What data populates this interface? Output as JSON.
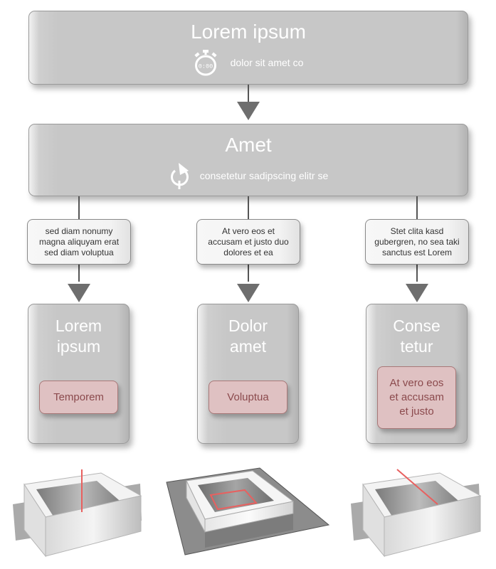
{
  "top_box": {
    "title": "Lorem ipsum",
    "subtitle": "dolor sit amet co",
    "icon": "stopwatch-icon",
    "icon_text": "0:00"
  },
  "middle_box": {
    "title": "Amet",
    "subtitle": "consetetur sadipscing elitr se",
    "icon": "refresh-icon"
  },
  "notes": [
    {
      "text": "sed diam nonumy\nmagna aliquyam erat\nsed diam voluptua"
    },
    {
      "text": "At vero eos et\naccusam et justo duo\ndolores et ea"
    },
    {
      "text": "Stet clita kasd\ngubergren, no sea taki\nsanctus est Lorem"
    }
  ],
  "cards": [
    {
      "title": "Lorem\nipsum",
      "tag": "Temporem"
    },
    {
      "title": "Dolor\namet",
      "tag": "Voluptua"
    },
    {
      "title": "Conse\ntetur",
      "tag": "At vero eos\net accusam\net justo"
    }
  ],
  "illustrations": [
    {
      "name": "box-with-vertical-line",
      "accent": "#e8605f"
    },
    {
      "name": "box-on-plane-with-square",
      "accent": "#e8605f"
    },
    {
      "name": "box-with-diagonal-line",
      "accent": "#e8605f"
    }
  ],
  "colors": {
    "box_fill": "#c7c7c7",
    "arrow": "#6e6e6e",
    "tag_fill": "#dfc1c2",
    "tag_text": "#8b4a4d",
    "accent_red": "#e8605f"
  }
}
